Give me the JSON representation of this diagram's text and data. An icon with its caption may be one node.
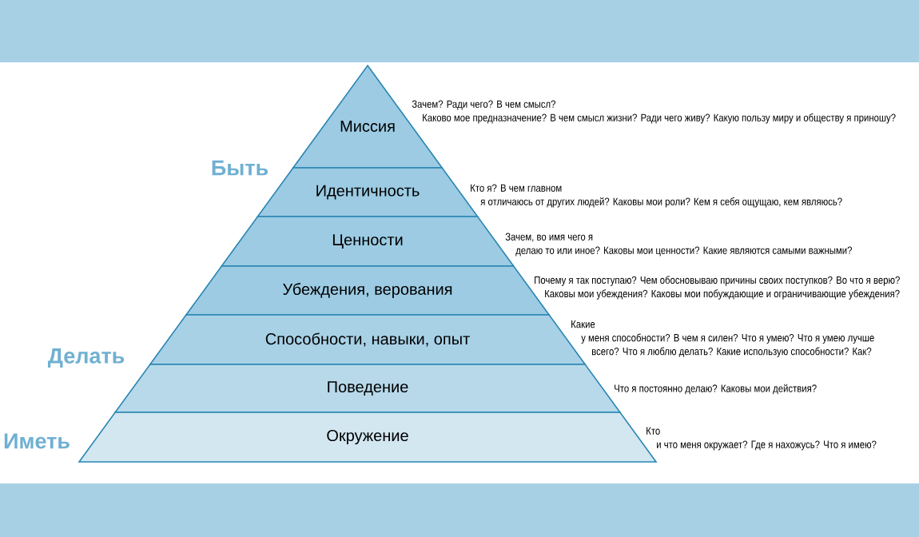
{
  "diagram": {
    "nodes": [
      {
        "text": [
          "Миссия"
        ],
        "beside": [
          "Зачем? Ради чего? В чем смысл? Каково мое предназначение? В чем смысл жизни? Ради чего живу? Какую пользу миру и обществу я приношу?"
        ]
      },
      {
        "text": [
          "Идентичность"
        ],
        "beside": [
          "Кто я? В чем главном я отличаюсь от других людей? Каковы мои роли? Кем я себя ощущаю, кем являюсь?"
        ]
      },
      {
        "text": [
          "Ценности"
        ],
        "beside": [
          "Зачем, во имя чего я делаю то или иное? Каковы мои ценности? Какие являются самыми важными?"
        ]
      },
      {
        "text": [
          "Убеждения, верования"
        ],
        "beside": [
          "Почему я так поступаю? Чем обосновываю причины своих поступков? Во что я верю? Каковы мои убеждения? Каковы мои побуждающие и ограничивающие убеждения?"
        ]
      },
      {
        "text": [
          "Способности, навыки, опыт"
        ],
        "beside": [
          "Какие у меня способности? В чем я силен? Что я умею? Что я умею лучше всего? Что я люблю делать? Какие использую способности? Как?"
        ]
      },
      {
        "text": [
          "Поведение"
        ],
        "beside": [
          "Что я постоянно делаю? Каковы мои действия?"
        ]
      },
      {
        "text": [
          "Окружение"
        ],
        "beside": [
          "Кто и что меня окружает? Где я нахожусь? Что я имею?"
        ]
      }
    ],
    "labels": [
      "Быть",
      "Делать",
      "Иметь"
    ]
  }
}
